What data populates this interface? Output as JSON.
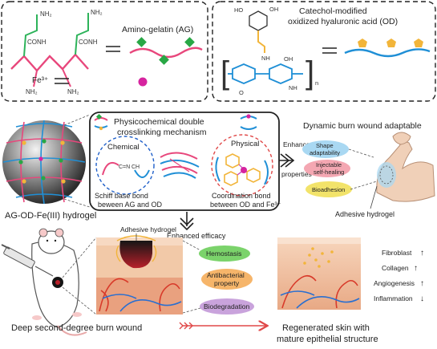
{
  "panel_ag": {
    "title": "Amino-gelatin (AG)",
    "nh2": "NH₂",
    "conh": "CONH",
    "fe_label": "Fe³⁺"
  },
  "panel_od": {
    "title_line1": "Catechol-modified",
    "title_line2": "oxidized hyaluronic acid (OD)",
    "ho": "HO",
    "oh": "OH",
    "nh": "NH",
    "o": "O",
    "n": "n"
  },
  "mechanism": {
    "title_line1": "Physicochemical double",
    "title_line2": "crosslinking mechanism",
    "chemical": "Chemical",
    "physical": "Physical",
    "schiff_line1": "Schiff base bond",
    "schiff_line2": "beween AG and OD",
    "coord_line1": "Coordination bond",
    "coord_line2": "between OD and Fe³⁺",
    "cn": "C=N",
    "ch": "CH"
  },
  "hydrogel_label": "AG-OD-Fe(III) hydrogel",
  "enhanced_properties_line1": "Enhanced",
  "enhanced_properties_line2": "properties",
  "adaptable_title": "Dynamic burn wound adaptable",
  "property_pills": [
    {
      "line1": "Shape",
      "line2": "adaptability",
      "color": "#a9d8f2"
    },
    {
      "line1": "Injectable",
      "line2": "self-healing",
      "color": "#f4a7b2"
    },
    {
      "line1": "Bioadhesion",
      "line2": "",
      "color": "#f2e36a"
    }
  ],
  "adhesive_hydrogel_arm": "Adhesive hydrogel",
  "adhesive_hydrogel_skin": "Adhesive hydrogel",
  "enhanced_efficacy": "Enhanced efficacy",
  "efficacy_pills": [
    {
      "line1": "Hemostasis",
      "line2": "",
      "color": "#7bd36b"
    },
    {
      "line1": "Antibacterial",
      "line2": "property",
      "color": "#f6b56a"
    },
    {
      "line1": "Biodegradation",
      "line2": "",
      "color": "#c9a3dc"
    }
  ],
  "indicators": [
    {
      "label": "Fibroblast",
      "arrow": "↑"
    },
    {
      "label": "Collagen",
      "arrow": "↑"
    },
    {
      "label": "Angiogenesis",
      "arrow": "↑"
    },
    {
      "label": "Inflammation",
      "arrow": "↓"
    }
  ],
  "burn_label": "Deep second-degree burn wound",
  "regen_line1": "Regenerated skin with",
  "regen_line2": "mature epithelial structure",
  "colors": {
    "gelatin": "#e8477c",
    "amine": "#2db35a",
    "green": "#28a745",
    "fe": "#d6249f",
    "hyaluronic": "#1f8fd6",
    "catechol": "#f2b53a",
    "skin": "#f2c9a8",
    "dermis": "#e9a17f",
    "vessel_red": "#d83a2a",
    "vessel_blue": "#2a6fd0"
  }
}
